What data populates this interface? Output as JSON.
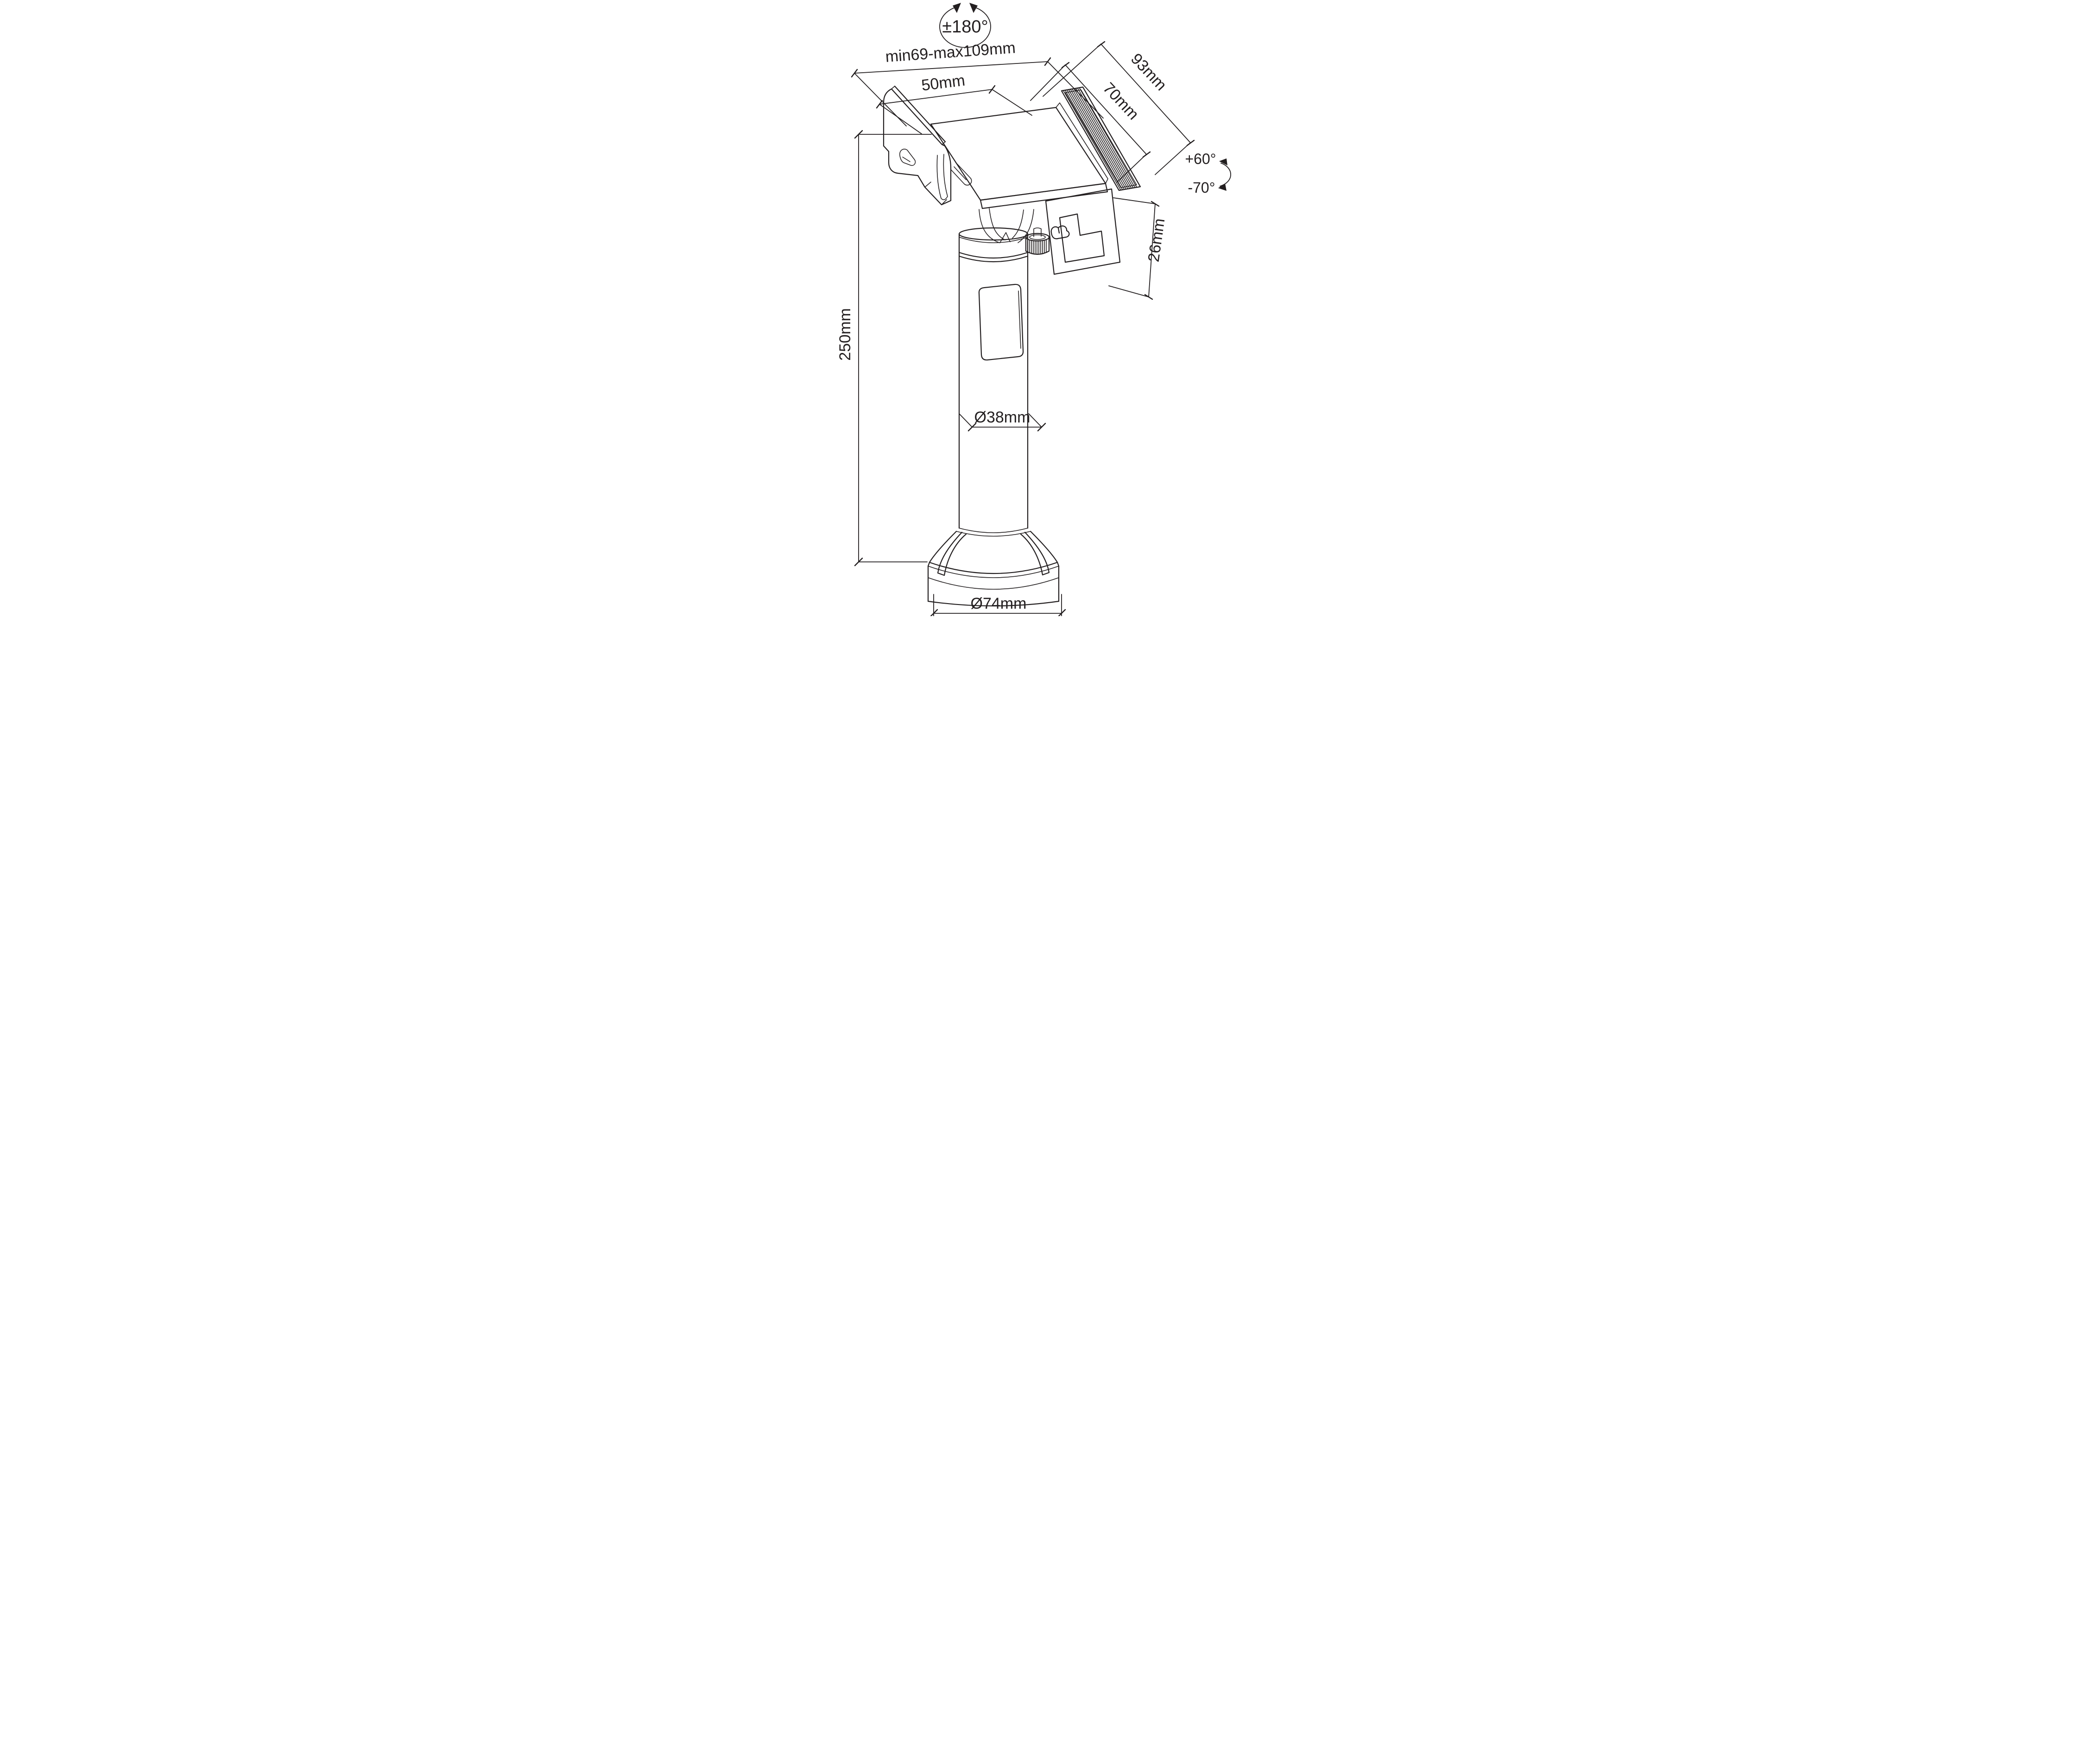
{
  "page": {
    "background": "#ffffff",
    "ink": "#231f20"
  },
  "diagram": {
    "type": "isometric technical line drawing",
    "subject": "tablet / POS terminal holder on counter pole mount with dome base",
    "annotations": {
      "swivel_range": "±180°",
      "clamp_range": "min69-max109mm",
      "tray_width": "50mm",
      "holder_depth": "93mm",
      "pad_length": "70mm",
      "jaw_height": "26mm",
      "tilt_up": "+60°",
      "tilt_down": "-70°",
      "pole_height": "250mm",
      "pole_diameter": "Ø38mm",
      "base_diameter": "Ø74mm"
    }
  }
}
